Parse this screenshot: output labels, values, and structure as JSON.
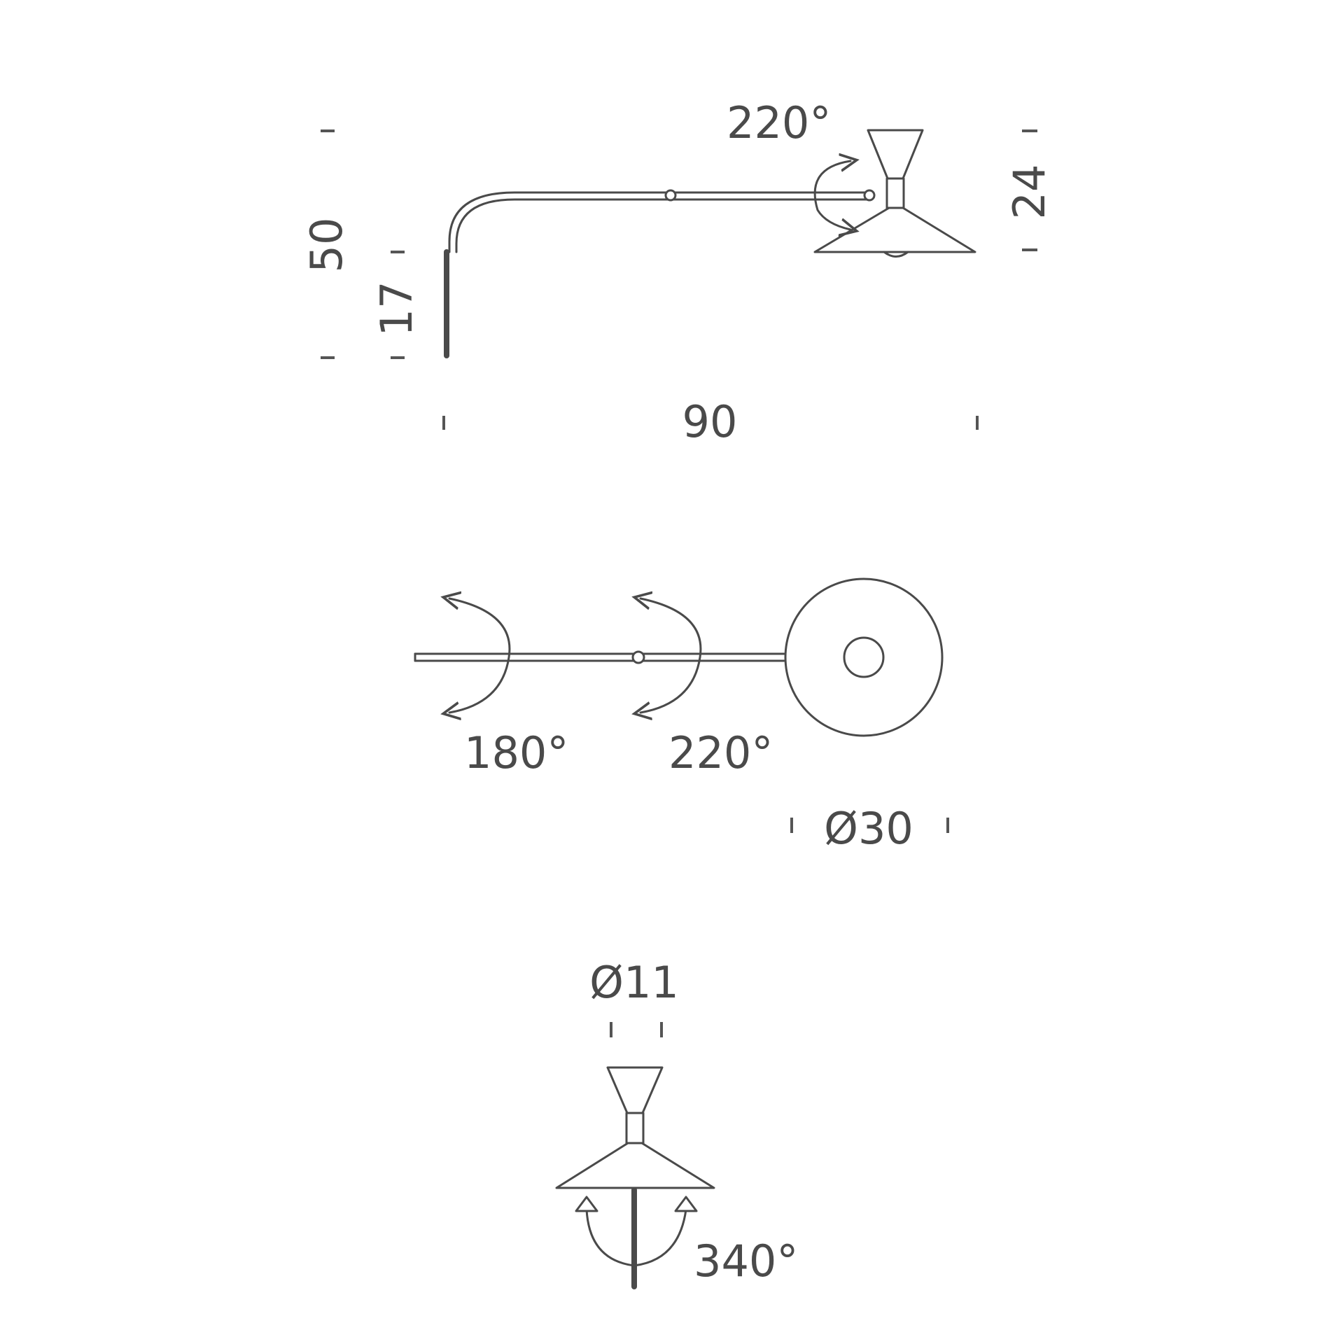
{
  "colors": {
    "line": "#4a4a4a",
    "background": "#ffffff"
  },
  "side_view": {
    "angle_label": "220°",
    "total_height": "50",
    "base_height": "17",
    "shade_height": "24",
    "arm_length": "90"
  },
  "top_view": {
    "angle_wall": "180°",
    "angle_joint": "220°",
    "shade_diameter": "Ø30"
  },
  "front_view": {
    "top_diameter": "Ø11",
    "angle_swivel": "340°"
  }
}
